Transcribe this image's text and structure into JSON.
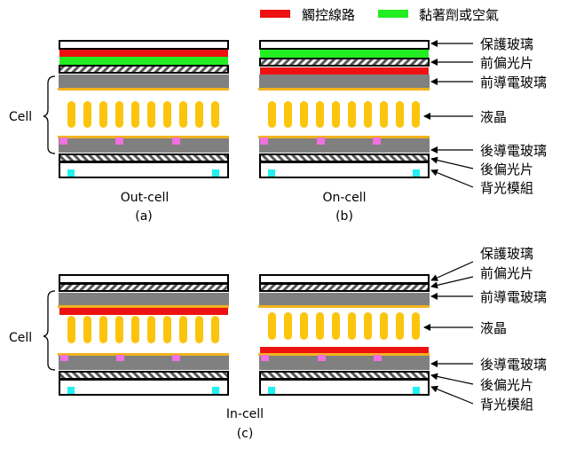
{
  "legend": {
    "items": [
      {
        "label": "觸控線路",
        "color": "#ee1111",
        "meaning": "touch circuit"
      },
      {
        "label": "黏著劑或空氣",
        "color": "#22ee22",
        "meaning": "adhesive or air"
      }
    ]
  },
  "colors": {
    "touch_circuit": "#ee1111",
    "adhesive": "#22ee22",
    "conductive_glass": "#808080",
    "electrode_line": "#f2b21c",
    "liquid_crystal": "#fcc40c",
    "tft_pad": "#f070e0",
    "backlight_led": "#20f0f0",
    "outline": "#000000"
  },
  "layer_labels": {
    "protective_glass": "保護玻璃",
    "front_polarizer": "前偏光片",
    "front_conductive_glass": "前導電玻璃",
    "liquid_crystal": "液晶",
    "rear_conductive_glass": "後導電玻璃",
    "rear_polarizer": "後偏光片",
    "backlight_module": "背光模組"
  },
  "cell_label": "Cell",
  "panels": [
    {
      "id": "a",
      "name": "Out-cell",
      "caption": "(a)",
      "stack": [
        "protective_glass",
        "touch_circuit",
        "adhesive",
        "front_polarizer",
        "front_conductive_glass",
        "liquid_crystal",
        "rear_conductive_glass",
        "rear_polarizer",
        "backlight_module"
      ]
    },
    {
      "id": "b",
      "name": "On-cell",
      "caption": "(b)",
      "stack": [
        "protective_glass",
        "adhesive",
        "front_polarizer",
        "touch_circuit",
        "front_conductive_glass",
        "liquid_crystal",
        "rear_conductive_glass",
        "rear_polarizer",
        "backlight_module"
      ]
    },
    {
      "id": "c",
      "name": "In-cell",
      "caption": "(c)",
      "variants": [
        {
          "stack": [
            "protective_glass",
            "front_polarizer",
            "front_conductive_glass",
            "touch_circuit",
            "liquid_crystal",
            "rear_conductive_glass",
            "rear_polarizer",
            "backlight_module"
          ]
        },
        {
          "stack": [
            "protective_glass",
            "front_polarizer",
            "front_conductive_glass",
            "liquid_crystal",
            "touch_circuit",
            "rear_conductive_glass",
            "rear_polarizer",
            "backlight_module"
          ]
        }
      ]
    }
  ]
}
